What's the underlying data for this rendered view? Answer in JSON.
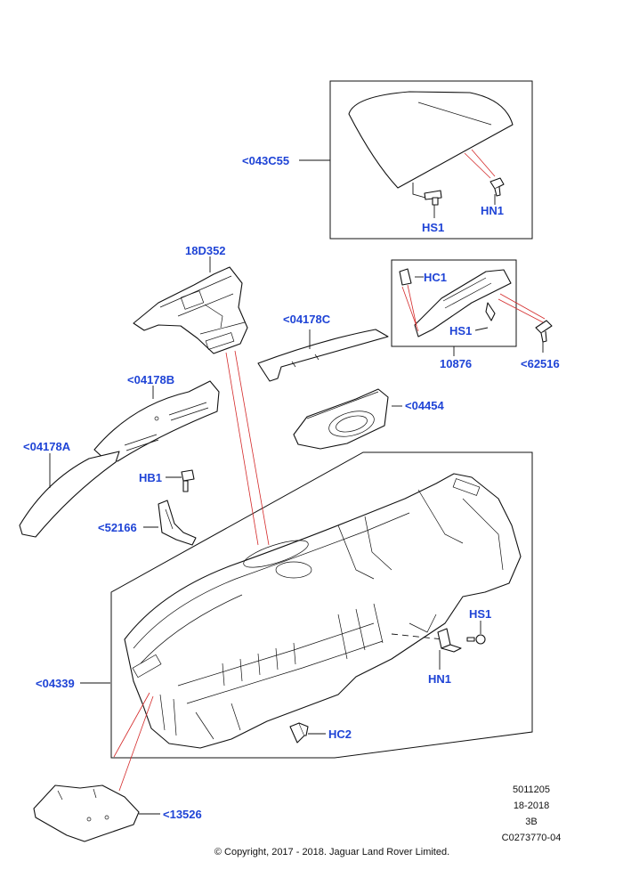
{
  "colors": {
    "label": "#1f44d6",
    "ink": "#111111",
    "guide": "#d42a2a",
    "background": "#ffffff"
  },
  "callouts": {
    "c043C55": "<043C55",
    "hs1_top": "HS1",
    "hn1_top": "HN1",
    "c18D352": "18D352",
    "hc1": "HC1",
    "hs1_clip": "HS1",
    "c10876": "10876",
    "c62516": "<62516",
    "c04178C": "<04178C",
    "c04178B": "<04178B",
    "c04454": "<04454",
    "c04178A": "<04178A",
    "hb1": "HB1",
    "c52166": "<52166",
    "hs1_main": "HS1",
    "hn1_main": "HN1",
    "c04339": "<04339",
    "hc2": "HC2",
    "c13526": "<13526"
  },
  "meta": {
    "ref_number": "5011205",
    "model_year": "18-2018",
    "section": "3B",
    "drawing_code": "C0273770-04",
    "copyright": "© Copyright, 2017 - 2018. Jaguar Land Rover Limited."
  }
}
